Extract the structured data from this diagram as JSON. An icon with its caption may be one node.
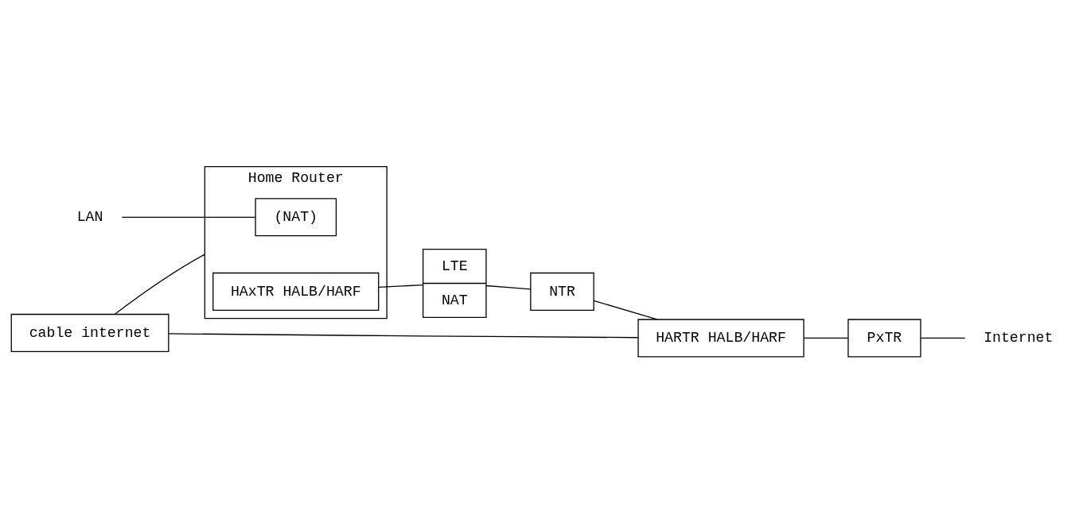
{
  "diagram": {
    "nodes": [
      {
        "text": [
          "cable internet"
        ]
      },
      {
        "text": [
          "Home Router"
        ]
      },
      {
        "text": [
          "(NAT)"
        ],
        "in": 1
      },
      {
        "text": [
          "HAxTR HALB/HARF"
        ],
        "in": 1
      },
      {
        "text": [
          "LAN"
        ]
      },
      {
        "text": [
          "HARTR HALB/HARF"
        ]
      },
      {
        "text": [
          "PxTR"
        ]
      },
      {
        "text": [
          "Internet"
        ]
      },
      {
        "text": [
          "LTE",
          "NAT"
        ]
      },
      {
        "text": [
          "NTR"
        ]
      }
    ],
    "edges": [
      {
        "from": 0,
        "to": 1,
        "arrow": "none"
      },
      {
        "from": 0,
        "to": 5,
        "arrow": "none"
      },
      {
        "from": 4,
        "to": 2,
        "arrow": "none"
      },
      {
        "from": 5,
        "to": 6,
        "arrow": "none"
      },
      {
        "from": 6,
        "to": 7,
        "arrow": "none"
      },
      {
        "from": 3,
        "to": 8,
        "arrow": "none"
      },
      {
        "from": 8,
        "to": 9,
        "arrow": "none"
      },
      {
        "from": 9,
        "to": 5,
        "arrow": "none"
      }
    ]
  }
}
